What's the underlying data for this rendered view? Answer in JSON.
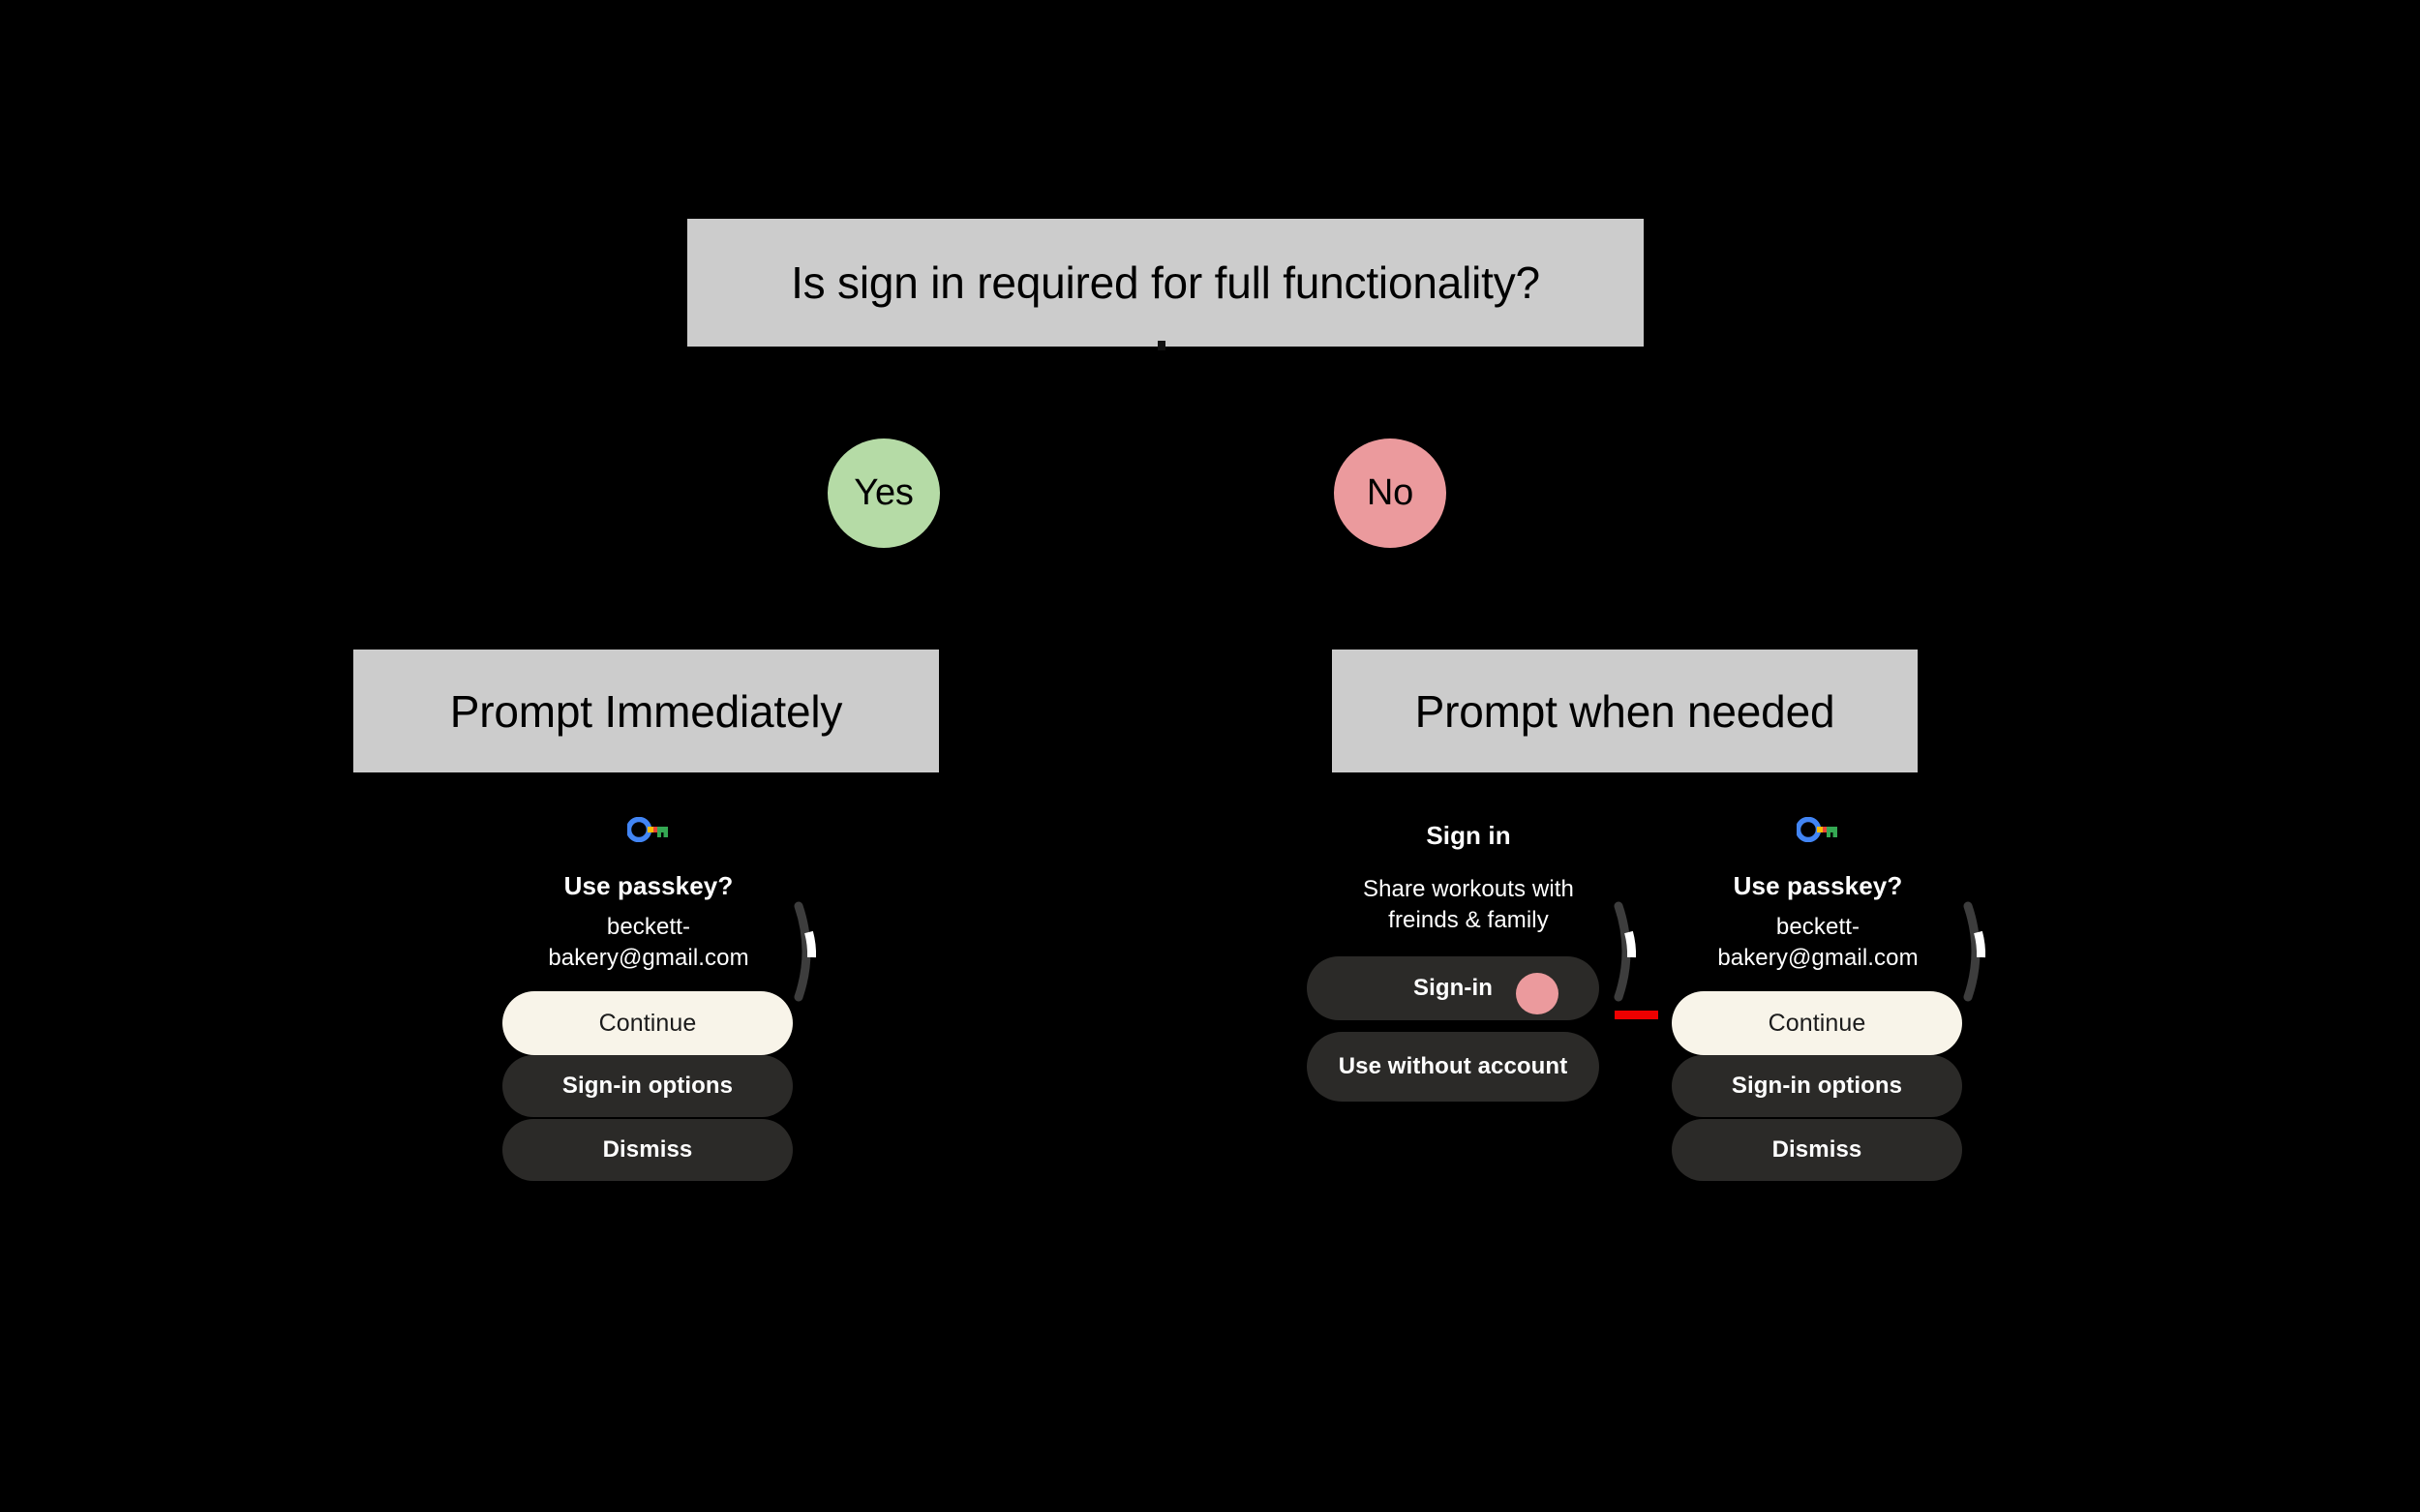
{
  "diagram": {
    "question_box": {
      "label": "Is sign in required for full functionality?"
    },
    "branches": [
      {
        "answer": "Yes",
        "color": "#b5dba6",
        "outcome": "Prompt Immediately"
      },
      {
        "answer": "No",
        "color": "#eb9a9d",
        "outcome": "Prompt when needed"
      }
    ],
    "box_bg": "#cccccc",
    "box_text_color": "#000000",
    "canvas_bg": "#000000"
  },
  "watch_dialogs": {
    "passkey_left": {
      "icon": "google-passkey-icon",
      "title": "Use passkey?",
      "subtitle_line1": "beckett-",
      "subtitle_line2": "bakery@gmail.com",
      "buttons": [
        {
          "label": "Continue",
          "style": "primary"
        },
        {
          "label": "Sign-in options",
          "style": "secondary"
        },
        {
          "label": "Dismiss",
          "style": "secondary"
        }
      ]
    },
    "signin": {
      "title": "Sign in",
      "subtitle_line1": "Share workouts with",
      "subtitle_line2": "freinds & family",
      "buttons": [
        {
          "label": "Sign-in",
          "style": "secondary",
          "indicator_color": "#eb9a9d"
        },
        {
          "label": "Use without account",
          "style": "secondary"
        }
      ]
    },
    "passkey_right": {
      "icon": "google-passkey-icon",
      "title": "Use passkey?",
      "subtitle_line1": "beckett-",
      "subtitle_line2": "bakery@gmail.com",
      "buttons": [
        {
          "label": "Continue",
          "style": "primary"
        },
        {
          "label": "Sign-in options",
          "style": "secondary"
        },
        {
          "label": "Dismiss",
          "style": "secondary"
        }
      ]
    }
  },
  "annotations": {
    "arrow_color": "#ee0000",
    "arrow_meaning": "sign-in-leads-to-passkey"
  },
  "colors": {
    "primary_button_bg": "#f8f4e9",
    "secondary_button_bg": "#2b2a28",
    "scrollbar_track": "#3d3d3d",
    "scrollbar_thumb": "#ffffff",
    "passkey_blue": "#4285f4",
    "passkey_yellow": "#fbbc04",
    "passkey_red": "#ea4335",
    "passkey_green": "#34a853"
  }
}
